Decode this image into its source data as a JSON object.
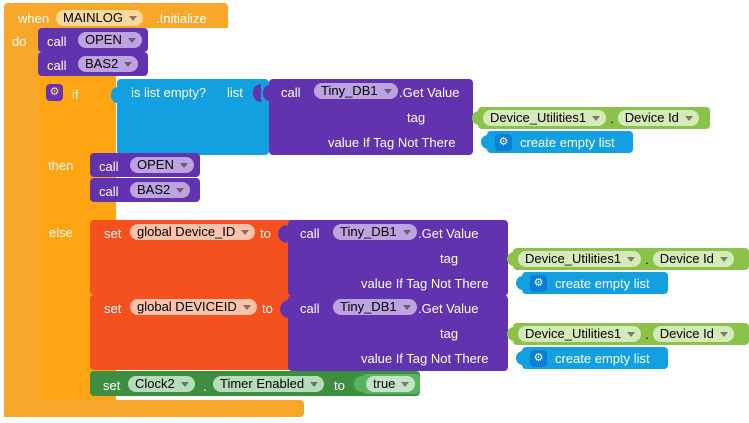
{
  "event_block": {
    "when_label": "when",
    "component": "MAINLOG",
    "event": ".Initialize",
    "do_label": "do"
  },
  "calls_top": [
    {
      "call_label": "call",
      "procedure": "OPEN"
    },
    {
      "call_label": "call",
      "procedure": "BAS2"
    }
  ],
  "if_block": {
    "gear_icon": "gear-icon",
    "if_label": "if",
    "then_label": "then",
    "else_label": "else"
  },
  "is_list_empty": {
    "label": "is list empty?",
    "socket_label": "list"
  },
  "get_value_1": {
    "call_label": "call",
    "component": "Tiny_DB1",
    "method": ".Get Value",
    "tag_label": "tag",
    "value_label": "value If Tag Not There"
  },
  "get_value_2": {
    "call_label": "call",
    "component": "Tiny_DB1",
    "method": ".Get Value",
    "tag_label": "tag",
    "value_label": "value If Tag Not There"
  },
  "get_value_3": {
    "call_label": "call",
    "component": "Tiny_DB1",
    "method": ".Get Value",
    "tag_label": "tag",
    "value_label": "value If Tag Not There"
  },
  "getter_1": {
    "component": "Device_Utilities1",
    "separator": ".",
    "property": "Device Id"
  },
  "getter_2": {
    "component": "Device_Utilities1",
    "separator": ".",
    "property": "Device Id"
  },
  "getter_3": {
    "component": "Device_Utilities1",
    "separator": ".",
    "property": "Device Id"
  },
  "create_empty_list_1": {
    "gear_icon": "gear-icon",
    "label": "create empty list"
  },
  "create_empty_list_2": {
    "gear_icon": "gear-icon",
    "label": "create empty list"
  },
  "create_empty_list_3": {
    "gear_icon": "gear-icon",
    "label": "create empty list"
  },
  "calls_then": [
    {
      "call_label": "call",
      "procedure": "OPEN"
    },
    {
      "call_label": "call",
      "procedure": "BAS2"
    }
  ],
  "set_global_1": {
    "set_label": "set",
    "variable": "global Device_ID",
    "to_label": "to"
  },
  "set_global_2": {
    "set_label": "set",
    "variable": "global DEVICEID",
    "to_label": "to"
  },
  "set_clock": {
    "set_label": "set",
    "component": "Clock2",
    "separator": ".",
    "property": "Timer Enabled",
    "to_label": "to",
    "value": "true"
  },
  "colors": {
    "event_amber": "#F7A82B",
    "control_orange": "#FFA412",
    "procedure_purple": "#6233AE",
    "list_blue": "#12A0E0",
    "component_green": "#8BC34A",
    "variable_red": "#F4511E",
    "setter_green": "#3E8E41",
    "logic_green": "#5AB35F"
  }
}
